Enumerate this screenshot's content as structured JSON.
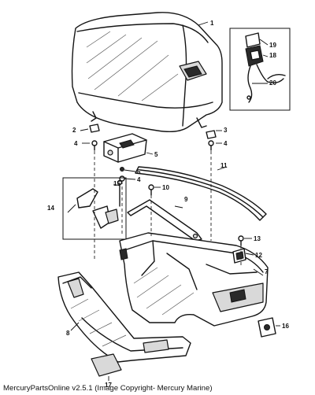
{
  "callouts": [
    "1",
    "2",
    "3",
    "4",
    "4",
    "5",
    "6",
    "4",
    "7",
    "8",
    "9",
    "10",
    "11",
    "12",
    "13",
    "14",
    "15",
    "16",
    "17",
    "18",
    "19",
    "20"
  ],
  "footer": {
    "text": "MercuryPartsOnline v2.5.1 (Image Copyright- Mercury Marine)"
  }
}
